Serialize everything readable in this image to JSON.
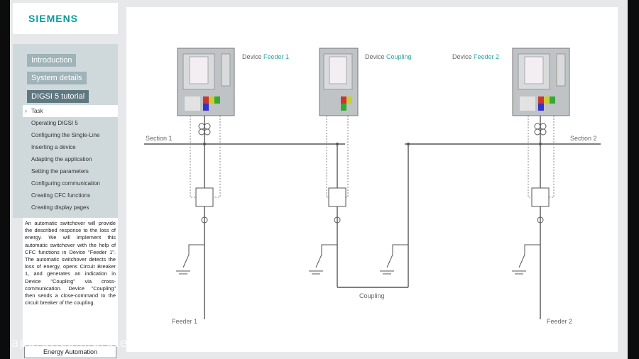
{
  "brand": {
    "logo": "SIEMENS"
  },
  "nav": {
    "tabs": [
      {
        "label": "Introduction"
      },
      {
        "label": "System details"
      },
      {
        "label": "DIGSI 5 tutorial"
      }
    ],
    "menu": [
      {
        "label": "Task"
      },
      {
        "label": "Operating DIGSI 5"
      },
      {
        "label": "Configuring the Single-Line"
      },
      {
        "label": "Inserting a device"
      },
      {
        "label": "Adapting the application"
      },
      {
        "label": "Setting the parameters"
      },
      {
        "label": "Configuring communication"
      },
      {
        "label": "Creating CFC functions"
      },
      {
        "label": "Creating display pages"
      }
    ]
  },
  "description": "An automatic switchover will provide the described response to the loss of energy. We will implement this automatic switchover with the help of CFC functions in Device \"Feeder 1\". The automatic switchover detects the loss of energy, opens Circuit Breaker 1, and generates an indication in Device \"Coupling\" via cross-communication. Device \"Coupling\" then sends a close-command to the circuit breaker of the coupling.",
  "footer": {
    "button": "Energy Automation"
  },
  "diagram": {
    "devices": [
      {
        "prefix": "Device ",
        "name": "Feeder 1"
      },
      {
        "prefix": "Device ",
        "name": "Coupling"
      },
      {
        "prefix": "Device ",
        "name": "Feeder 2"
      }
    ],
    "section1": "Section 1",
    "section2": "Section 2",
    "coupling": "Coupling",
    "feeder1": "Feeder 1",
    "feeder2": "Feeder 2"
  },
  "watermark": "aparat.com/protectionrelayir",
  "colors": {
    "accent": "#2aa7a7",
    "line": "#555555",
    "nav_bg": "#cfd9dc"
  }
}
